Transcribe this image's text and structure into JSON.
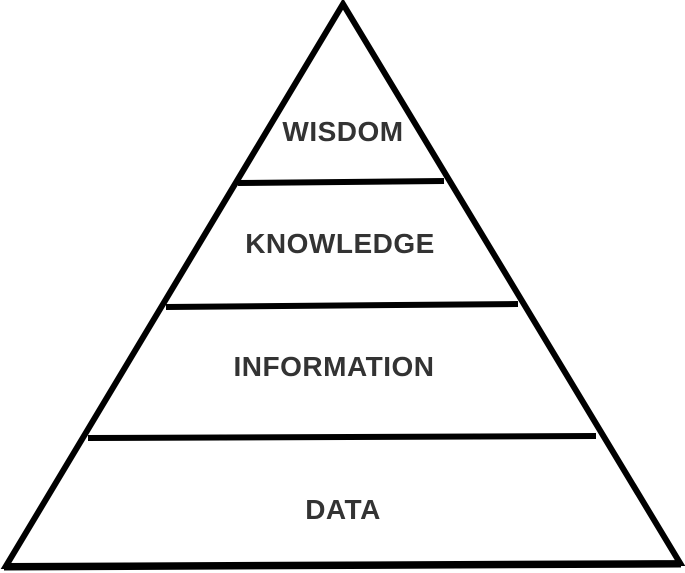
{
  "diagram": {
    "type": "pyramid",
    "line_color": "#000000",
    "text_color": "#333333",
    "background": "#ffffff",
    "levels": [
      {
        "label": "WISDOM",
        "position": "top"
      },
      {
        "label": "KNOWLEDGE",
        "position": "upper-middle"
      },
      {
        "label": "INFORMATION",
        "position": "lower-middle"
      },
      {
        "label": "DATA",
        "position": "bottom"
      }
    ]
  }
}
